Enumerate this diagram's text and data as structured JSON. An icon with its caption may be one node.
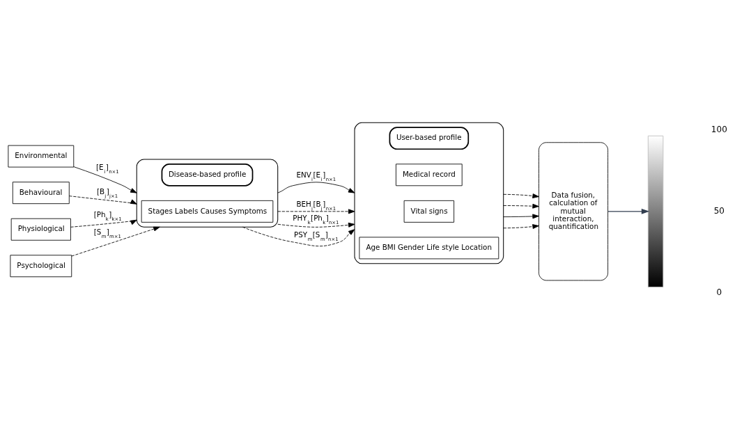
{
  "diagram": {
    "nodes": [
      {
        "text": [
          "Environmental"
        ]
      },
      {
        "text": [
          "Behavioural"
        ]
      },
      {
        "text": [
          "Physiological"
        ]
      },
      {
        "text": [
          "Psychological"
        ]
      },
      {
        "text": [],
        "shape": "box"
      },
      {
        "text": [
          "Disease-based profile"
        ],
        "in": 4
      },
      {
        "text": [
          "Stages Labels Causes Symptoms"
        ],
        "in": 4
      },
      {
        "text": [],
        "shape": "box"
      },
      {
        "text": [
          "User-based profile"
        ],
        "in": 7
      },
      {
        "text": [
          "Medical record"
        ],
        "in": 7
      },
      {
        "text": [
          "Vital signs"
        ],
        "in": 7
      },
      {
        "text": [
          "Age BMI Gender Life style Location"
        ],
        "in": 7
      },
      {
        "text": [
          "Data fusion, calculation of mutual interaction, quantification"
        ]
      },
      {
        "text": [],
        "shape": "bar"
      }
    ],
    "edges": [
      {
        "from": 0,
        "to": 4,
        "arrow": "to",
        "label": "[E$_{i}$]$_{n×1}$"
      },
      {
        "from": 1,
        "to": 4,
        "arrow": "to",
        "label": "[B$_{j}$]$_{j×1}$",
        "style": "dashed"
      },
      {
        "from": 2,
        "to": 4,
        "arrow": "to",
        "label": "[Ph$_{k}$]$_{k×1}$",
        "style": "dashed"
      },
      {
        "from": 3,
        "to": 4,
        "arrow": "to",
        "label": "[S$_{m}$]$_{m×1}$",
        "style": "dashed"
      },
      {
        "from": 4,
        "to": 7,
        "arrow": "to",
        "label": "ENV$_{i}$[E$_{i}$]$_{n×1}$"
      },
      {
        "from": 4,
        "to": 7,
        "arrow": "to",
        "label": "BEH$_{j}$[B$_{j}$]$_{n×1}$",
        "style": "dashed"
      },
      {
        "from": 4,
        "to": 7,
        "arrow": "to",
        "label": "PHY$_{k}$[Ph$_{k}$]$_{n×1}$",
        "style": "dashed"
      },
      {
        "from": 4,
        "to": 7,
        "arrow": "to",
        "label": "PSY$_{m}$[S$_{m}$]$_{n×1}$",
        "style": "dashed"
      },
      {
        "from": 7,
        "to": 12,
        "arrow": "to",
        "style": "dashed"
      },
      {
        "from": 7,
        "to": 12,
        "arrow": "to"
      },
      {
        "from": 7,
        "to": 12,
        "arrow": "to",
        "style": "dashed"
      },
      {
        "from": 7,
        "to": 12,
        "arrow": "to",
        "style": "dashed"
      },
      {
        "from": 12,
        "to": 13,
        "arrow": "to",
        "color": "#333f50"
      }
    ],
    "labels": [
      "100",
      "50",
      "0"
    ]
  }
}
